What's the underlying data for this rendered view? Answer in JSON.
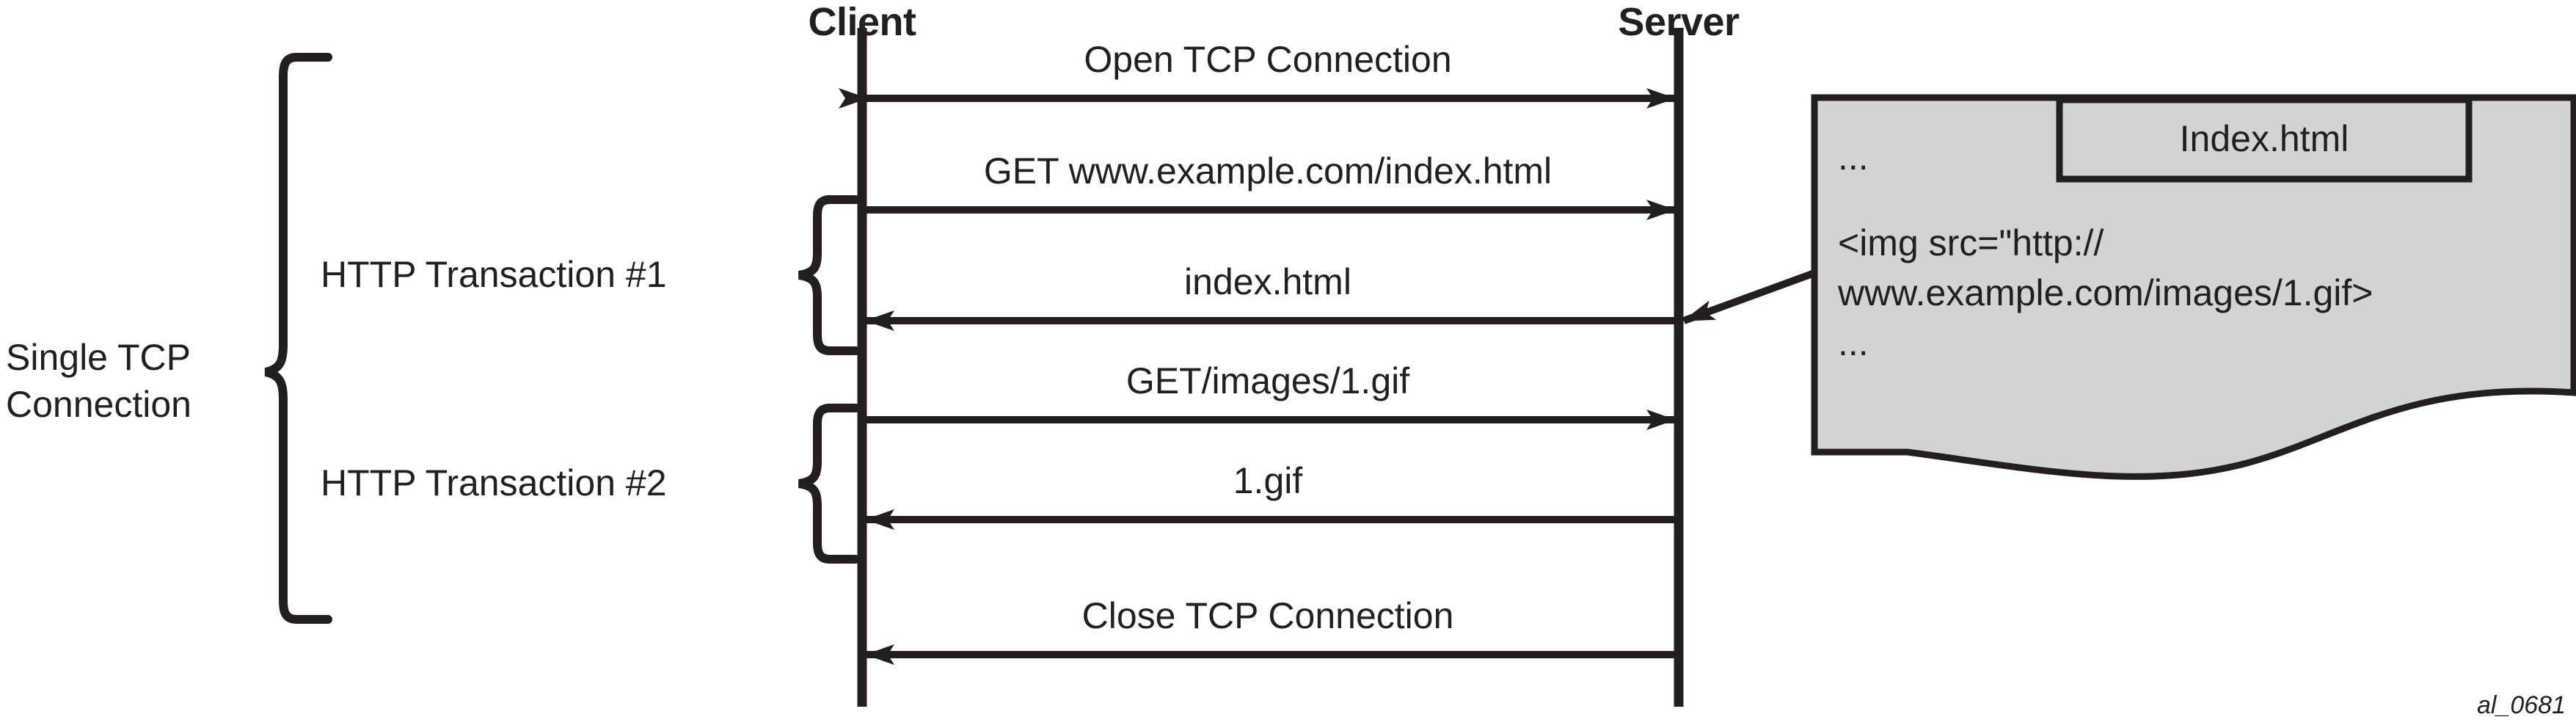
{
  "diagram": {
    "title_caption": "al_0681",
    "participants": {
      "client_label": "Client",
      "server_label": "Server"
    },
    "groups": {
      "outer_brace_label_line1": "Single TCP",
      "outer_brace_label_line2": "Connection",
      "transaction_1_label": "HTTP Transaction #1",
      "transaction_2_label": "HTTP Transaction #2"
    },
    "messages": [
      {
        "id": "open-tcp",
        "label": "Open TCP Connection",
        "direction": "both"
      },
      {
        "id": "get-index",
        "label": "GET www.example.com/index.html",
        "direction": "right"
      },
      {
        "id": "index-html",
        "label": "index.html",
        "direction": "left"
      },
      {
        "id": "get-gif",
        "label": "GET/images/1.gif",
        "direction": "right"
      },
      {
        "id": "gif",
        "label": "1.gif",
        "direction": "left"
      },
      {
        "id": "close-tcp",
        "label": "Close TCP Connection",
        "direction": "left"
      }
    ],
    "document": {
      "tab_label": "Index.html",
      "lines": [
        "...",
        "<img src=\"http://",
        "www.example.com/images/1.gif>",
        "..."
      ]
    },
    "colors": {
      "ink": "#231f20",
      "document_fill": "#d2d3d5",
      "background": "#ffffff"
    }
  }
}
